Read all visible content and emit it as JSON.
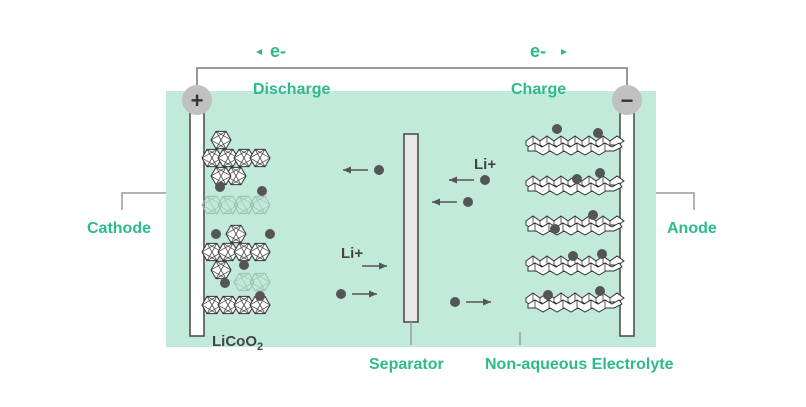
{
  "labels": {
    "electron_left": "e-",
    "electron_right": "e-",
    "discharge": "Discharge",
    "charge": "Charge",
    "cathode": "Cathode",
    "anode": "Anode",
    "li_ion_top": "Li+",
    "li_ion_bottom": "Li+",
    "cathode_material": "LiCoO",
    "cathode_material_subscript": "2",
    "separator": "Separator",
    "electrolyte": "Non-aqueous Electrolyte"
  },
  "terminals": {
    "positive": "+",
    "negative": "−"
  },
  "colors": {
    "accent_green": "#2dba8c",
    "electrolyte_fill": "#c2eadb",
    "ink": "#555555",
    "wire": "#9a9a9a",
    "terminal": "#c0c0c0"
  }
}
